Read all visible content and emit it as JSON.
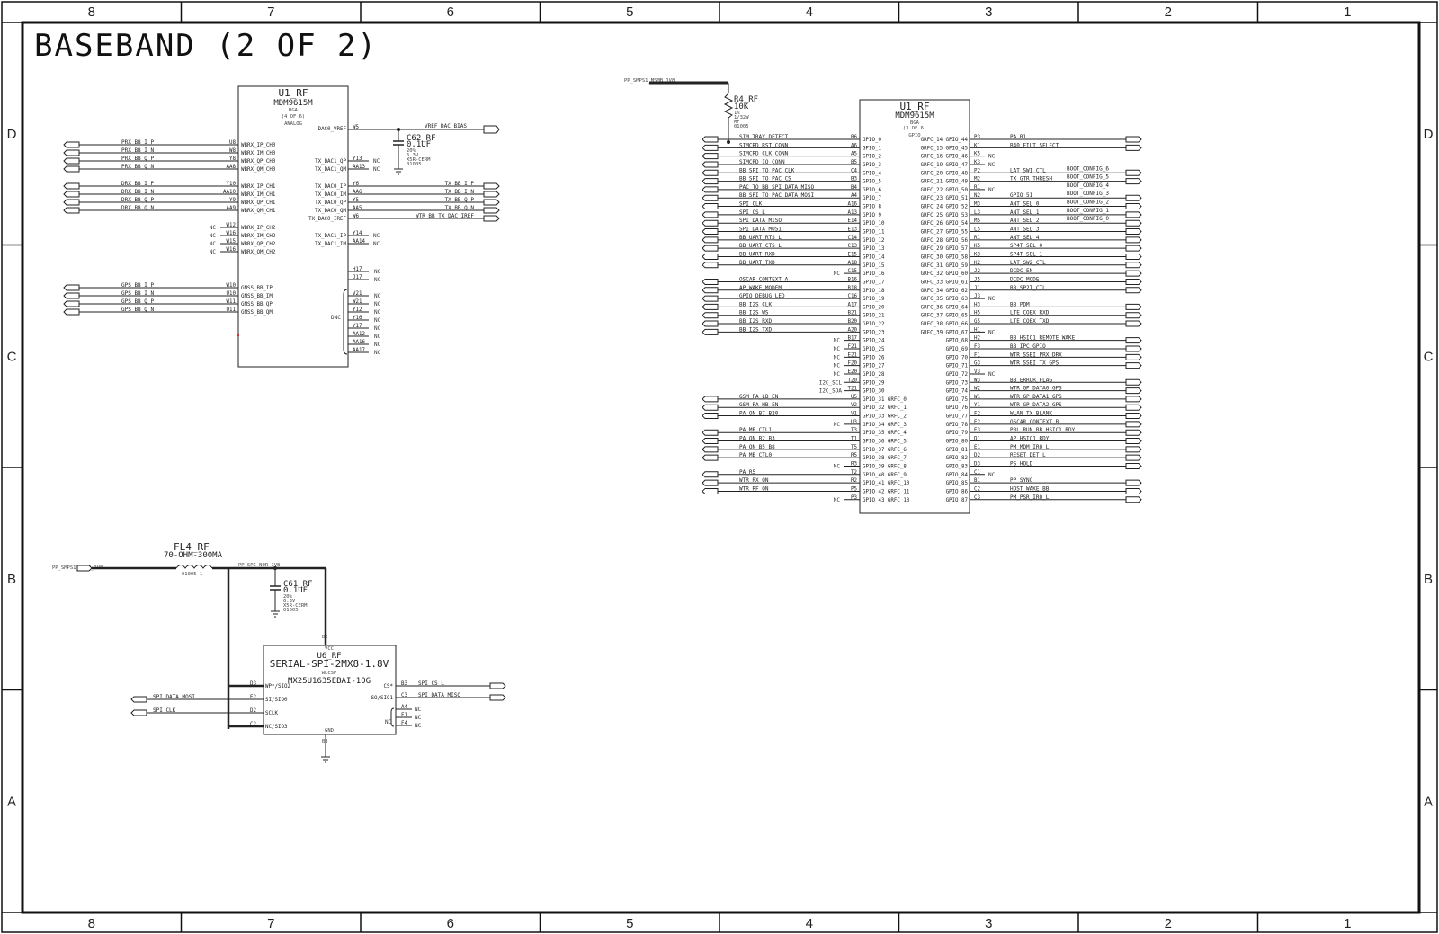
{
  "sheet": {
    "title": "BASEBAND (2 OF 2)",
    "zone_cols": [
      "8",
      "7",
      "6",
      "5",
      "4",
      "3",
      "2",
      "1"
    ],
    "zone_rows": [
      "D",
      "C",
      "B",
      "A"
    ]
  },
  "u1_analog": {
    "refdes": "U1_RF",
    "part": "MDM9615M",
    "pkg": "BGA",
    "sect": "(4 OF 6)",
    "func": "ANALOG",
    "vref_pin": "W5",
    "vref_name": "DAC0_VREF",
    "vref_net": "VREF_DAC_BIAS",
    "left_pins": [
      {
        "net": "PRX_BB_I_P",
        "num": "U8",
        "name": "WBRX_IP_CH0"
      },
      {
        "net": "PRX_BB_I_N",
        "num": "W8",
        "name": "WBRX_IM_CH0"
      },
      {
        "net": "PRX_BB_Q_P",
        "num": "Y8",
        "name": "WBRX_QP_CH0"
      },
      {
        "net": "PRX_BB_Q_N",
        "num": "AA8",
        "name": "WBRX_QM_CH0"
      },
      {
        "net": "DRX_BB_I_P",
        "num": "Y10",
        "name": "WBRX_IP_CH1"
      },
      {
        "net": "DRX_BB_I_N",
        "num": "AA10",
        "name": "WBRX_IM_CH1"
      },
      {
        "net": "DRX_BB_Q_P",
        "num": "Y9",
        "name": "WBRX_QP_CH1"
      },
      {
        "net": "DRX_BB_Q_N",
        "num": "AA9",
        "name": "WBRX_QM_CH1"
      },
      {
        "net": "NC",
        "num": "W12",
        "name": "WBRX_IP_CH2"
      },
      {
        "net": "NC",
        "num": "W16",
        "name": "WBRX_IM_CH2"
      },
      {
        "net": "NC",
        "num": "W15",
        "name": "WBRX_QP_CH2"
      },
      {
        "net": "NC",
        "num": "W16",
        "name": "WBRX_QM_CH2"
      },
      {
        "net": "GPS_BB_I_P",
        "num": "W10",
        "name": "GNSS_BB_IP"
      },
      {
        "net": "GPS_BB_I_N",
        "num": "U10",
        "name": "GNSS_BB_IM"
      },
      {
        "net": "GPS_BB_Q_P",
        "num": "W11",
        "name": "GNSS_BB_QP"
      },
      {
        "net": "GPS_BB_Q_N",
        "num": "U11",
        "name": "GNSS_BB_QM"
      }
    ],
    "right_pins": [
      {
        "name": "TX_DAC1_QP",
        "num": "Y13",
        "net": "NC"
      },
      {
        "name": "TX_DAC1_QM",
        "num": "AA13",
        "net": "NC"
      },
      {
        "name": "TX_DAC0_IP",
        "num": "Y6",
        "net": "TX_BB_I_P"
      },
      {
        "name": "TX_DAC0_IM",
        "num": "AA6",
        "net": "TX_BB_I_N"
      },
      {
        "name": "TX_DAC0_QP",
        "num": "Y5",
        "net": "TX_BB_Q_P"
      },
      {
        "name": "TX_DAC0_QM",
        "num": "AA5",
        "net": "TX_BB_Q_N"
      },
      {
        "name": "TX_DAC0_IREF",
        "num": "W6",
        "net": "WTR_BB_TX_DAC_IREF"
      },
      {
        "name": "TX_DAC1_IP",
        "num": "Y14",
        "net": "NC"
      },
      {
        "name": "TX_DAC1_IM",
        "num": "AA14",
        "net": "NC"
      }
    ],
    "dnc_label": "DNC",
    "dnc_pins": [
      "H17",
      "J17",
      "V21",
      "W21",
      "Y12",
      "Y16",
      "Y17",
      "AA12",
      "AA16",
      "AA17"
    ],
    "cap": {
      "refdes": "C62_RF",
      "value": "0.1UF",
      "notes": [
        "20%",
        "6.3V",
        "X5R-CERM",
        "01005"
      ]
    }
  },
  "r4": {
    "refdes": "R4_RF",
    "value": "10K",
    "notes": [
      "1%",
      "1/32W",
      "MF",
      "01005"
    ],
    "net": "PP_SMPS1_MSMB_1V8"
  },
  "u1_gpio": {
    "refdes": "U1_RF",
    "part": "MDM9615M",
    "pkg": "BGA",
    "sect": "(3 OF 6)",
    "func": "GPIO",
    "left_pins": [
      {
        "net": "SIM_TRAY_DETECT",
        "num": "B6",
        "name": "GPIO_0"
      },
      {
        "net": "SIMCRD_RST_CONN",
        "num": "A6",
        "name": "GPIO_1"
      },
      {
        "net": "SIMCRD_CLK_CONN",
        "num": "A5",
        "name": "GPIO_2"
      },
      {
        "net": "SIMCRD_IO_CONN",
        "num": "B5",
        "name": "GPIO_3"
      },
      {
        "net": "BB_SPI_TO_PAC_CLK",
        "num": "C4",
        "name": "GPIO_4"
      },
      {
        "net": "BB_SPI_TO_PAC_CS",
        "num": "B3",
        "name": "GPIO_5"
      },
      {
        "net": "PAC_TO_BB_SPI_DATA_MISO",
        "num": "B4",
        "name": "GPIO_6"
      },
      {
        "net": "BB_SPI_TO_PAC_DATA_MOSI",
        "num": "A4",
        "name": "GPIO_7"
      },
      {
        "net": "SPI_CLK",
        "num": "A16",
        "name": "GPIO_8"
      },
      {
        "net": "SPI_CS_L",
        "num": "A13",
        "name": "GPIO_9"
      },
      {
        "net": "SPI_DATA_MISO",
        "num": "E14",
        "name": "GPIO_10"
      },
      {
        "net": "SPI_DATA_MOSI",
        "num": "E13",
        "name": "GPIO_11"
      },
      {
        "net": "BB_UART_RTS_L",
        "num": "C14",
        "name": "GPIO_12"
      },
      {
        "net": "BB_UART_CTS_L",
        "num": "C13",
        "name": "GPIO_13"
      },
      {
        "net": "BB_UART_RXD",
        "num": "E15",
        "name": "GPIO_14"
      },
      {
        "net": "BB_UART_TXD",
        "num": "A18",
        "name": "GPIO_15"
      },
      {
        "net": "NC",
        "num": "C15",
        "name": "GPIO_16"
      },
      {
        "net": "OSCAR_CONTEXT_A",
        "num": "B16",
        "name": "GPIO_17"
      },
      {
        "net": "AP_WAKE_MODEM",
        "num": "B18",
        "name": "GPIO_18"
      },
      {
        "net": "GPIO_DEBUG_LED",
        "num": "C16",
        "name": "GPIO_19"
      },
      {
        "net": "BB_I2S_CLK",
        "num": "A17",
        "name": "GPIO_20"
      },
      {
        "net": "BB_I2S_WS",
        "num": "B21",
        "name": "GPIO_21"
      },
      {
        "net": "BB_I2S_RXD",
        "num": "B20",
        "name": "GPIO_22"
      },
      {
        "net": "BB_I2S_TXD",
        "num": "A20",
        "name": "GPIO_23"
      },
      {
        "net": "NC",
        "num": "B17",
        "name": "GPIO_24"
      },
      {
        "net": "NC",
        "num": "F21",
        "name": "GPIO_25"
      },
      {
        "net": "NC",
        "num": "E21",
        "name": "GPIO_26"
      },
      {
        "net": "NC",
        "num": "F20",
        "name": "GPIO_27"
      },
      {
        "net": "NC",
        "num": "E20",
        "name": "GPIO_28"
      },
      {
        "net": "I2C_SCL",
        "num": "T20",
        "name": "GPIO_29"
      },
      {
        "net": "I2C_SDA",
        "num": "T21",
        "name": "GPIO_30"
      },
      {
        "net": "GSM_PA_LB_EN",
        "num": "U5",
        "name": "GPIO_31 GRFC_0"
      },
      {
        "net": "GSM_PA_HB_EN",
        "num": "V2",
        "name": "GPIO_32 GRFC_1"
      },
      {
        "net": "PA_ON_B7_B20",
        "num": "V1",
        "name": "GPIO_33 GRFC_2"
      },
      {
        "net": "NC",
        "num": "U3",
        "name": "GPIO_34 GRFC_3"
      },
      {
        "net": "PA_MB_CTL1",
        "num": "T3",
        "name": "GPIO_35 GRFC_4"
      },
      {
        "net": "PA_ON_B2_B3",
        "num": "T1",
        "name": "GPIO_36 GRFC_5"
      },
      {
        "net": "PA_ON_B5_B8",
        "num": "T5",
        "name": "GPIO_37 GRFC_6"
      },
      {
        "net": "PA_MB_CTL0",
        "num": "R5",
        "name": "GPIO_38 GRFC_7"
      },
      {
        "net": "NC",
        "num": "R3",
        "name": "GPIO_39 GRFC_8"
      },
      {
        "net": "PA_R5",
        "num": "T2",
        "name": "GPIO_40 GRFC_9"
      },
      {
        "net": "WTR_RX_ON",
        "num": "R2",
        "name": "GPIO_41 GRFC_10"
      },
      {
        "net": "WTR_RF_ON",
        "num": "P5",
        "name": "GPIO_42 GRFC_11"
      },
      {
        "net": "NC",
        "num": "P3",
        "name": "GPIO_43 GRFC_13"
      }
    ],
    "right_pins": [
      {
        "name": "GRFC_14 GPIO_44",
        "num": "P3",
        "net": "PA_B1",
        "alt": ""
      },
      {
        "name": "GRFC_15 GPIO_45",
        "num": "K1",
        "net": "B40_FILT_SELECT",
        "alt": ""
      },
      {
        "name": "GRFC_16 GPIO_46",
        "num": "K5",
        "net": "NC",
        "alt": ""
      },
      {
        "name": "GRFC_19 GPIO_47",
        "num": "K3",
        "net": "NC",
        "alt": ""
      },
      {
        "name": "GRFC_20 GPIO_48",
        "num": "P2",
        "net": "LAT_SW1_CTL",
        "alt": "BOOT_CONFIG_6"
      },
      {
        "name": "GRFC_21 GPIO_49",
        "num": "M2",
        "net": "TX_GTR_THRESH",
        "alt": "BOOT_CONFIG_5"
      },
      {
        "name": "GRFC_22 GPIO_50",
        "num": "R1",
        "net": "NC",
        "alt": "BOOT_CONFIG_4"
      },
      {
        "name": "GRFC_23 GPIO_51",
        "num": "N2",
        "net": "GPIO_51",
        "alt": "BOOT_CONFIG_3"
      },
      {
        "name": "GRFC_24 GPIO_52",
        "num": "M3",
        "net": "ANT_SEL_0",
        "alt": "BOOT_CONFIG_2"
      },
      {
        "name": "GRFC_25 GPIO_53",
        "num": "L3",
        "net": "ANT_SEL_1",
        "alt": "BOOT_CONFIG_1"
      },
      {
        "name": "GRFC_26 GPIO_54",
        "num": "M5",
        "net": "ANT_SEL_2",
        "alt": "BOOT_CONFIG_0"
      },
      {
        "name": "GRFC_27 GPIO_55",
        "num": "L5",
        "net": "ANT_SEL_3",
        "alt": ""
      },
      {
        "name": "GRFC_28 GPIO_56",
        "num": "R1",
        "net": "ANT_SEL_4",
        "alt": ""
      },
      {
        "name": "GRFC_29 GPIO_57",
        "num": "K5",
        "net": "SP4T_SEL_0",
        "alt": ""
      },
      {
        "name": "GRFC_30 GPIO_58",
        "num": "K3",
        "net": "SP4T_SEL_1",
        "alt": ""
      },
      {
        "name": "GRFC_31 GPIO_59",
        "num": "K2",
        "net": "LAT_SW2_CTL",
        "alt": ""
      },
      {
        "name": "GRFC_32 GPIO_60",
        "num": "J2",
        "net": "DCDC_EN",
        "alt": ""
      },
      {
        "name": "GRFC_33 GPIO_61",
        "num": "J5",
        "net": "DCDC_MODE",
        "alt": ""
      },
      {
        "name": "GRFC_34 GPIO_62",
        "num": "J1",
        "net": "BB_SP2T_CTL",
        "alt": ""
      },
      {
        "name": "GRFC_35 GPIO_63",
        "num": "J3",
        "net": "NC",
        "alt": ""
      },
      {
        "name": "GRFC_36 GPIO_64",
        "num": "H3",
        "net": "BB_PDM",
        "alt": ""
      },
      {
        "name": "GRFC_37 GPIO_65",
        "num": "H5",
        "net": "LTE_COEX_RXD",
        "alt": ""
      },
      {
        "name": "GRFC_38 GPIO_66",
        "num": "G5",
        "net": "LTE_COEX_TXD",
        "alt": ""
      },
      {
        "name": "GRFC_39 GPIO_67",
        "num": "H1",
        "net": "NC",
        "alt": ""
      },
      {
        "name": "GPIO_68",
        "num": "H2",
        "net": "BB_HSIC1_REMOTE_WAKE",
        "alt": ""
      },
      {
        "name": "GPIO_69",
        "num": "F3",
        "net": "BB_IPC_GPIO",
        "alt": ""
      },
      {
        "name": "GPIO_70",
        "num": "F1",
        "net": "WTR_SSBI_PRX_DRX",
        "alt": ""
      },
      {
        "name": "GPIO_71",
        "num": "G3",
        "net": "WTR_SSBI_TX_GPS",
        "alt": ""
      },
      {
        "name": "GPIO_72",
        "num": "V3",
        "net": "NC",
        "alt": ""
      },
      {
        "name": "GPIO_73",
        "num": "W3",
        "net": "BB_ERROR_FLAG",
        "alt": ""
      },
      {
        "name": "GPIO_74",
        "num": "W2",
        "net": "WTR_GP_DATA0  GPS",
        "alt": ""
      },
      {
        "name": "GPIO_75",
        "num": "W1",
        "net": "WTR_GP_DATA1  GPS",
        "alt": ""
      },
      {
        "name": "GPIO_76",
        "num": "Y1",
        "net": "WTR_GP_DATA2  GPS",
        "alt": ""
      },
      {
        "name": "GPIO_77",
        "num": "F2",
        "net": "WLAN_TX_BLANK",
        "alt": ""
      },
      {
        "name": "GPIO_78",
        "num": "E2",
        "net": "OSCAR_CONTEXT_B",
        "alt": ""
      },
      {
        "name": "GPIO_79",
        "num": "E3",
        "net": "PBL_RUN_BB_HSIC1_RDY",
        "alt": ""
      },
      {
        "name": "GPIO_80",
        "num": "D1",
        "net": "AP_HSIC1_RDY",
        "alt": ""
      },
      {
        "name": "GPIO_81",
        "num": "E1",
        "net": "PM_MDM_IRQ_L",
        "alt": ""
      },
      {
        "name": "GPIO_82",
        "num": "D2",
        "net": "RESET_DET_L",
        "alt": ""
      },
      {
        "name": "GPIO_83",
        "num": "D3",
        "net": "PS_HOLD",
        "alt": ""
      },
      {
        "name": "GPIO_84",
        "num": "C1",
        "net": "NC",
        "alt": ""
      },
      {
        "name": "GPIO_85",
        "num": "B1",
        "net": "PP_SYNC",
        "alt": ""
      },
      {
        "name": "GPIO_86",
        "num": "C2",
        "net": "HOST_WAKE_BB",
        "alt": ""
      },
      {
        "name": "GPIO_87",
        "num": "C3",
        "net": "PM_PSR_IRQ_L",
        "alt": ""
      }
    ]
  },
  "fl4": {
    "refdes": "FL4_RF",
    "value": "70-OHM-300MA",
    "pkg": "01005-1",
    "in_net": "PP_SMPS1_MSMB_1V8",
    "out_net": "PP_SPI_NOR_1V8"
  },
  "c61": {
    "refdes": "C61_RF",
    "value": "0.1UF",
    "notes": [
      "20%",
      "6.3V",
      "X5R-CERM",
      "01005"
    ]
  },
  "u6": {
    "refdes": "U6_RF",
    "part": "SERIAL-SPI-2MX8-1.8V",
    "pkg": "WLCSP",
    "mpn": "MX25U1635EBAI-10G",
    "vcc": "VCC",
    "gnd": "GND",
    "vcc_pin": "B2",
    "gnd_pin": "B3",
    "left_pins": [
      {
        "num": "D3",
        "name": "WP*/SIO2",
        "net": ""
      },
      {
        "num": "E2",
        "name": "SI/SIO0",
        "net": "SPI_DATA_MOSI"
      },
      {
        "num": "D2",
        "name": "SCLK",
        "net": "SPI_CLK"
      },
      {
        "num": "C2",
        "name": "NC/SIO3",
        "net": ""
      }
    ],
    "right_pins": [
      {
        "num": "B3",
        "name": "CS*",
        "net": "SPI_CS_L"
      },
      {
        "num": "C3",
        "name": "SO/SIO1",
        "net": "SPI_DATA_MISO"
      },
      {
        "num": "A4",
        "name": "",
        "net": "NC"
      },
      {
        "num": "F1",
        "name": "",
        "net": "NC"
      },
      {
        "num": "F4",
        "name": "",
        "net": "NC"
      }
    ],
    "nc_label": "NC"
  },
  "colors": {
    "line": "#1a1a1a",
    "border": "#111111",
    "accent_red": "#d32f2f"
  }
}
